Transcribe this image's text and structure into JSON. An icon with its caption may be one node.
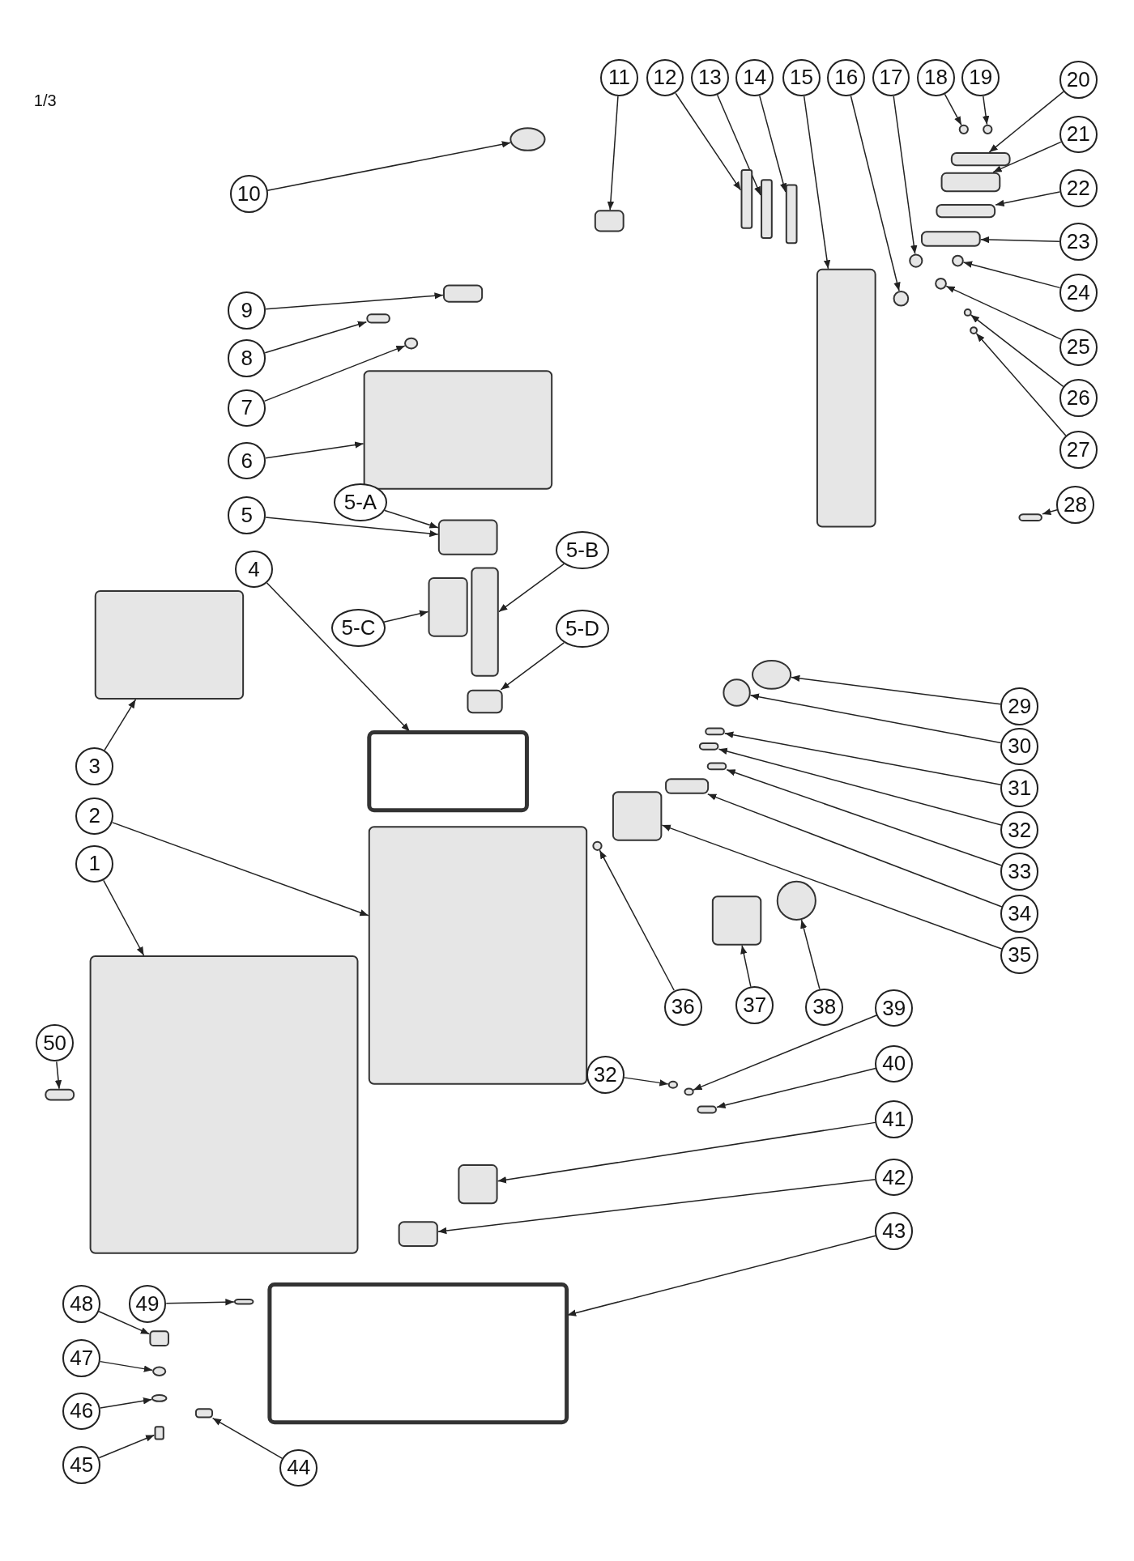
{
  "diagram": {
    "nodes": [
      {
        "text": [
          "11"
        ]
      },
      {
        "text": [
          "12"
        ]
      },
      {
        "text": [
          "13"
        ]
      },
      {
        "text": [
          "14"
        ]
      },
      {
        "text": [
          "15"
        ]
      },
      {
        "text": [
          "16"
        ]
      },
      {
        "text": [
          "17"
        ]
      },
      {
        "text": [
          "18"
        ]
      },
      {
        "text": [
          "19"
        ]
      },
      {
        "text": [
          "20"
        ]
      },
      {
        "text": [
          "10"
        ]
      },
      {
        "text": [
          "21"
        ]
      },
      {
        "text": [
          "22"
        ]
      },
      {
        "text": [
          "23"
        ]
      },
      {
        "text": [
          "24"
        ]
      },
      {
        "text": [
          "9"
        ]
      },
      {
        "text": [
          "8"
        ]
      },
      {
        "text": [
          "25"
        ]
      },
      {
        "text": [
          "26"
        ]
      },
      {
        "text": [
          "7"
        ]
      },
      {
        "text": [
          "27"
        ]
      },
      {
        "text": [
          "6"
        ]
      },
      {
        "text": [
          "5-A"
        ]
      },
      {
        "text": [
          "5"
        ]
      },
      {
        "text": [
          "28"
        ]
      },
      {
        "text": [
          "5-B"
        ]
      },
      {
        "text": [
          "4"
        ]
      },
      {
        "text": [
          "3"
        ]
      },
      {
        "text": [
          "5-C"
        ]
      },
      {
        "text": [
          "5-D"
        ]
      },
      {
        "text": [
          "29"
        ]
      },
      {
        "text": [
          "30"
        ]
      },
      {
        "text": [
          "31"
        ]
      },
      {
        "text": [
          "32"
        ]
      },
      {
        "text": [
          "33"
        ]
      },
      {
        "text": [
          "34"
        ]
      },
      {
        "text": [
          "35"
        ]
      },
      {
        "text": [
          "2"
        ]
      },
      {
        "text": [
          "1"
        ]
      },
      {
        "text": [
          "36"
        ]
      },
      {
        "text": [
          "37"
        ]
      },
      {
        "text": [
          "38"
        ]
      },
      {
        "text": [
          "39"
        ]
      },
      {
        "text": [
          "50"
        ]
      },
      {
        "text": [
          "32"
        ]
      },
      {
        "text": [
          "40"
        ]
      },
      {
        "text": [
          "41"
        ]
      },
      {
        "text": [
          "42"
        ]
      },
      {
        "text": [
          "43"
        ]
      },
      {
        "text": [
          "48"
        ]
      },
      {
        "text": [
          "49"
        ]
      },
      {
        "text": [
          "47"
        ]
      },
      {
        "text": [
          "46"
        ]
      },
      {
        "text": [
          "45"
        ]
      },
      {
        "text": [
          "44"
        ]
      },
      {
        "text": [],
        "shape": "box"
      },
      {
        "text": [],
        "shape": "box"
      },
      {
        "text": [],
        "shape": "box"
      },
      {
        "text": [],
        "shape": "box"
      },
      {
        "text": [],
        "shape": "box"
      },
      {
        "text": [],
        "shape": "circle"
      },
      {
        "text": [],
        "shape": "circle"
      },
      {
        "text": [],
        "shape": "circle"
      },
      {
        "text": [],
        "shape": "circle"
      },
      {
        "text": [],
        "shape": "box"
      },
      {
        "text": [],
        "shape": "circle"
      },
      {
        "text": [],
        "shape": "box"
      },
      {
        "text": [],
        "shape": "box"
      },
      {
        "text": [],
        "shape": "box"
      },
      {
        "text": [],
        "shape": "circle"
      },
      {
        "text": [],
        "shape": "box"
      },
      {
        "text": [],
        "shape": "box"
      },
      {
        "text": [],
        "shape": "circle"
      },
      {
        "text": [],
        "shape": "circle"
      },
      {
        "text": [],
        "shape": "circle"
      },
      {
        "text": [],
        "shape": "circle"
      },
      {
        "text": [],
        "shape": "box"
      },
      {
        "text": [],
        "shape": "box"
      },
      {
        "text": [],
        "shape": "box"
      },
      {
        "text": [],
        "shape": "box"
      },
      {
        "text": [],
        "shape": "box"
      },
      {
        "text": [],
        "shape": "box"
      },
      {
        "text": [],
        "shape": "box"
      },
      {
        "text": [],
        "shape": "box"
      },
      {
        "text": [],
        "shape": "circle"
      },
      {
        "text": [],
        "shape": "circle"
      },
      {
        "text": [],
        "shape": "box"
      },
      {
        "text": [],
        "shape": "box"
      },
      {
        "text": [],
        "shape": "box"
      },
      {
        "text": [],
        "shape": "box"
      },
      {
        "text": [],
        "shape": "box"
      },
      {
        "text": [],
        "shape": "box"
      },
      {
        "text": [],
        "shape": "box"
      },
      {
        "text": [],
        "shape": "circle"
      },
      {
        "text": [],
        "shape": "box"
      },
      {
        "text": [],
        "shape": "circle"
      },
      {
        "text": [],
        "shape": "circle"
      },
      {
        "text": [],
        "shape": "box"
      },
      {
        "text": [],
        "shape": "circle"
      },
      {
        "text": [],
        "shape": "box"
      },
      {
        "text": [],
        "shape": "box"
      },
      {
        "text": [],
        "shape": "box"
      },
      {
        "text": [],
        "shape": "box"
      },
      {
        "text": [],
        "shape": "box"
      },
      {
        "text": [],
        "shape": "box"
      },
      {
        "text": [],
        "shape": "circle"
      },
      {
        "text": [],
        "shape": "circle"
      },
      {
        "text": [],
        "shape": "box"
      },
      {
        "text": [],
        "shape": "box"
      }
    ],
    "edges": [
      {
        "from": 0,
        "to": 55,
        "arrow": "to"
      },
      {
        "from": 1,
        "to": 56,
        "arrow": "to"
      },
      {
        "from": 2,
        "to": 57,
        "arrow": "to"
      },
      {
        "from": 3,
        "to": 58,
        "arrow": "to"
      },
      {
        "from": 4,
        "to": 59,
        "arrow": "to"
      },
      {
        "from": 5,
        "to": 60,
        "arrow": "to"
      },
      {
        "from": 6,
        "to": 61,
        "arrow": "to"
      },
      {
        "from": 7,
        "to": 62,
        "arrow": "to"
      },
      {
        "from": 8,
        "to": 63,
        "arrow": "to"
      },
      {
        "from": 9,
        "to": 64,
        "arrow": "to"
      },
      {
        "from": 10,
        "to": 65,
        "arrow": "to"
      },
      {
        "from": 11,
        "to": 66,
        "arrow": "to"
      },
      {
        "from": 12,
        "to": 67,
        "arrow": "to"
      },
      {
        "from": 13,
        "to": 68,
        "arrow": "to"
      },
      {
        "from": 14,
        "to": 69,
        "arrow": "to"
      },
      {
        "from": 15,
        "to": 70,
        "arrow": "to"
      },
      {
        "from": 16,
        "to": 71,
        "arrow": "to"
      },
      {
        "from": 17,
        "to": 72,
        "arrow": "to"
      },
      {
        "from": 18,
        "to": 73,
        "arrow": "to"
      },
      {
        "from": 19,
        "to": 74,
        "arrow": "to"
      },
      {
        "from": 20,
        "to": 75,
        "arrow": "to"
      },
      {
        "from": 21,
        "to": 76,
        "arrow": "to"
      },
      {
        "from": 22,
        "to": 77,
        "arrow": "to"
      },
      {
        "from": 23,
        "to": 77,
        "arrow": "to"
      },
      {
        "from": 24,
        "to": 78,
        "arrow": "to"
      },
      {
        "from": 25,
        "to": 79,
        "arrow": "to"
      },
      {
        "from": 26,
        "to": 80,
        "arrow": "to"
      },
      {
        "from": 27,
        "to": 81,
        "arrow": "to"
      },
      {
        "from": 28,
        "to": 82,
        "arrow": "to"
      },
      {
        "from": 29,
        "to": 83,
        "arrow": "to"
      },
      {
        "from": 30,
        "to": 84,
        "arrow": "to"
      },
      {
        "from": 31,
        "to": 85,
        "arrow": "to"
      },
      {
        "from": 32,
        "to": 86,
        "arrow": "to"
      },
      {
        "from": 33,
        "to": 87,
        "arrow": "to"
      },
      {
        "from": 34,
        "to": 88,
        "arrow": "to"
      },
      {
        "from": 35,
        "to": 89,
        "arrow": "to"
      },
      {
        "from": 36,
        "to": 90,
        "arrow": "to"
      },
      {
        "from": 37,
        "to": 91,
        "arrow": "to"
      },
      {
        "from": 38,
        "to": 92,
        "arrow": "to"
      },
      {
        "from": 39,
        "to": 93,
        "arrow": "to"
      },
      {
        "from": 40,
        "to": 94,
        "arrow": "to"
      },
      {
        "from": 41,
        "to": 95,
        "arrow": "to"
      },
      {
        "from": 42,
        "to": 96,
        "arrow": "to"
      },
      {
        "from": 43,
        "to": 97,
        "arrow": "to"
      },
      {
        "from": 44,
        "to": 98,
        "arrow": "to"
      },
      {
        "from": 45,
        "to": 99,
        "arrow": "to"
      },
      {
        "from": 46,
        "to": 100,
        "arrow": "to"
      },
      {
        "from": 47,
        "to": 101,
        "arrow": "to"
      },
      {
        "from": 48,
        "to": 102,
        "arrow": "to"
      },
      {
        "from": 49,
        "to": 103,
        "arrow": "to"
      },
      {
        "from": 50,
        "to": 104,
        "arrow": "to"
      },
      {
        "from": 51,
        "to": 105,
        "arrow": "to"
      },
      {
        "from": 52,
        "to": 106,
        "arrow": "to"
      },
      {
        "from": 53,
        "to": 107,
        "arrow": "to"
      },
      {
        "from": 54,
        "to": 108,
        "arrow": "to"
      }
    ],
    "labels": [
      "1/3"
    ]
  }
}
